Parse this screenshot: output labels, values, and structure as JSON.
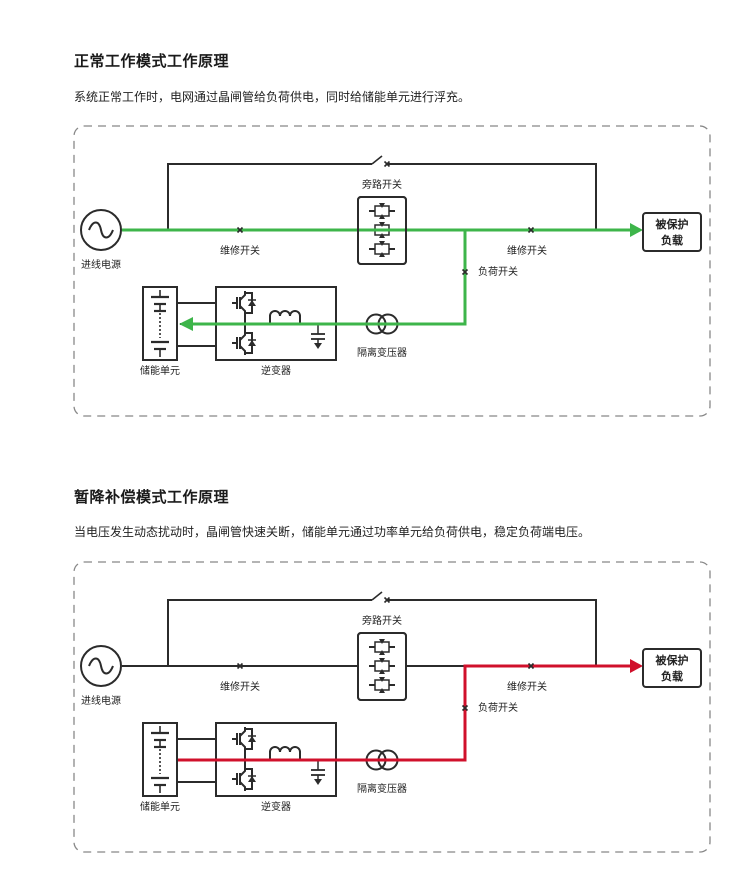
{
  "colors": {
    "normal_flow": "#3db54a",
    "sag_flow": "#d0102b",
    "wire": "#2b2b2b",
    "dashed_border": "#888888"
  },
  "sections": [
    {
      "title": "正常工作模式工作原理",
      "description": "系统正常工作时，电网通过晶闸管给负荷供电，同时给储能单元进行浮充。",
      "flow_color_key": "normal_flow",
      "labels": {
        "source": "进线电源",
        "maintenance_switch_left": "维修开关",
        "bypass_switch": "旁路开关",
        "maintenance_switch_right": "维修开关",
        "load_switch": "负荷开关",
        "protected_load_line1": "被保护",
        "protected_load_line2": "负载",
        "storage_unit": "储能单元",
        "inverter": "逆变器",
        "isolation_transformer": "隔离变压器"
      }
    },
    {
      "title": "暂降补偿模式工作原理",
      "description": "当电压发生动态扰动时，晶闸管快速关断，储能单元通过功率单元给负荷供电，稳定负荷端电压。",
      "flow_color_key": "sag_flow",
      "labels": {
        "source": "进线电源",
        "maintenance_switch_left": "维修开关",
        "bypass_switch": "旁路开关",
        "maintenance_switch_right": "维修开关",
        "load_switch": "负荷开关",
        "protected_load_line1": "被保护",
        "protected_load_line2": "负载",
        "storage_unit": "储能单元",
        "inverter": "逆变器",
        "isolation_transformer": "隔离变压器"
      }
    }
  ]
}
